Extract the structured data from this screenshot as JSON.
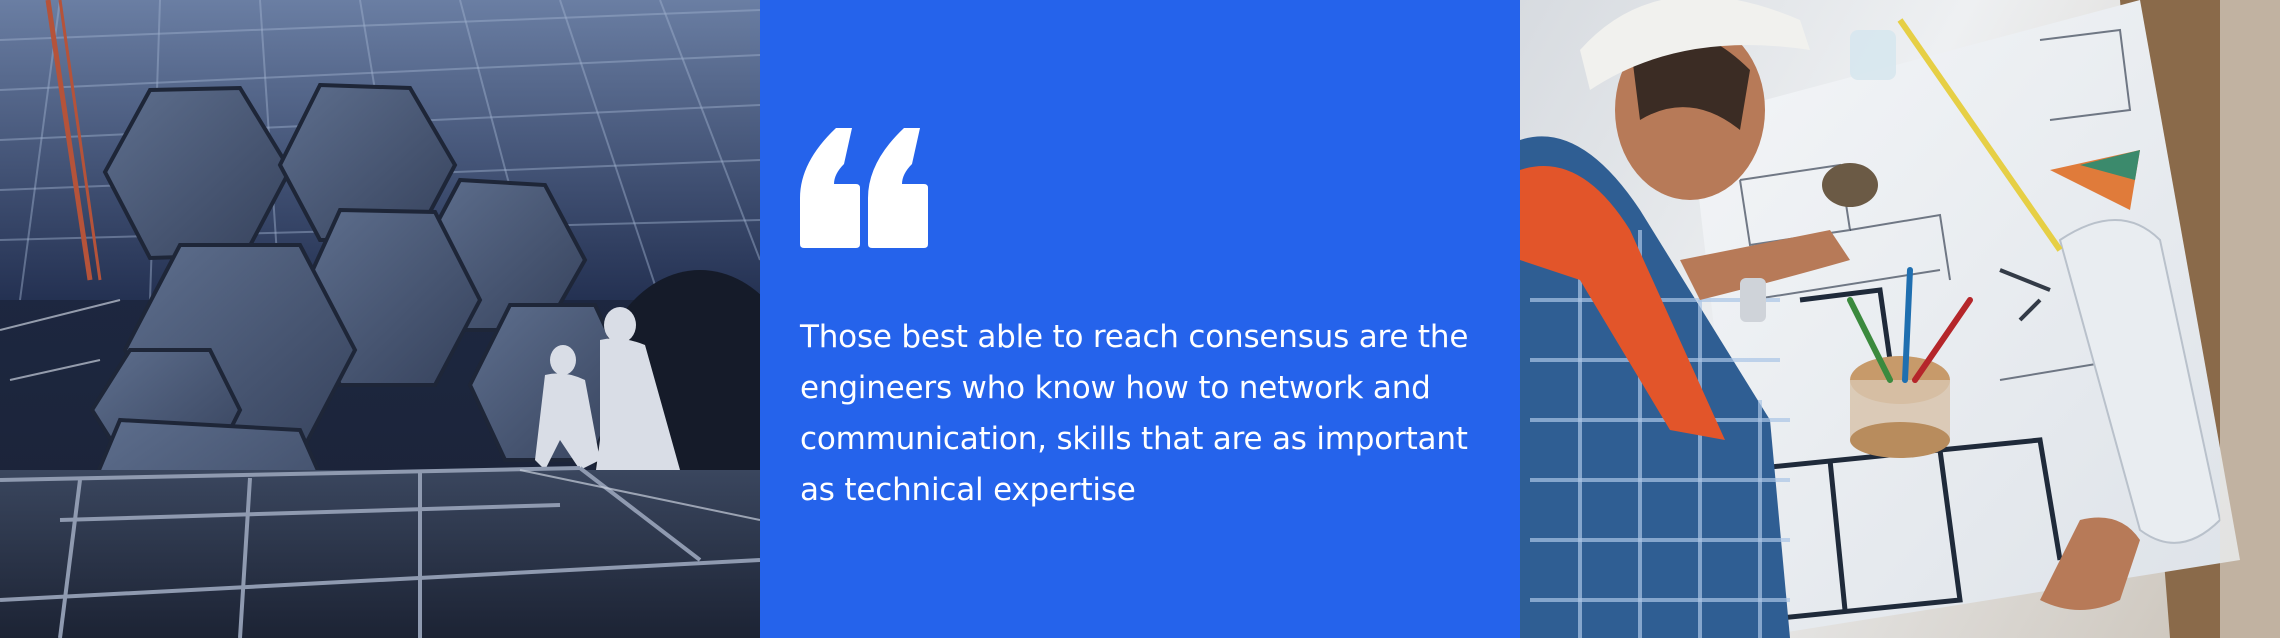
{
  "quote": {
    "icon": "quote-open-icon",
    "text": "Those best able to reach consensus are the engineers who know how to network and communication, skills that are as important as technical expertise"
  },
  "images": {
    "left": "telescope-mirror-cleanroom-photo",
    "right": "engineer-reviewing-blueprints-photo"
  },
  "colors": {
    "accent": "#2563eb",
    "quote_text": "#ffffff"
  }
}
